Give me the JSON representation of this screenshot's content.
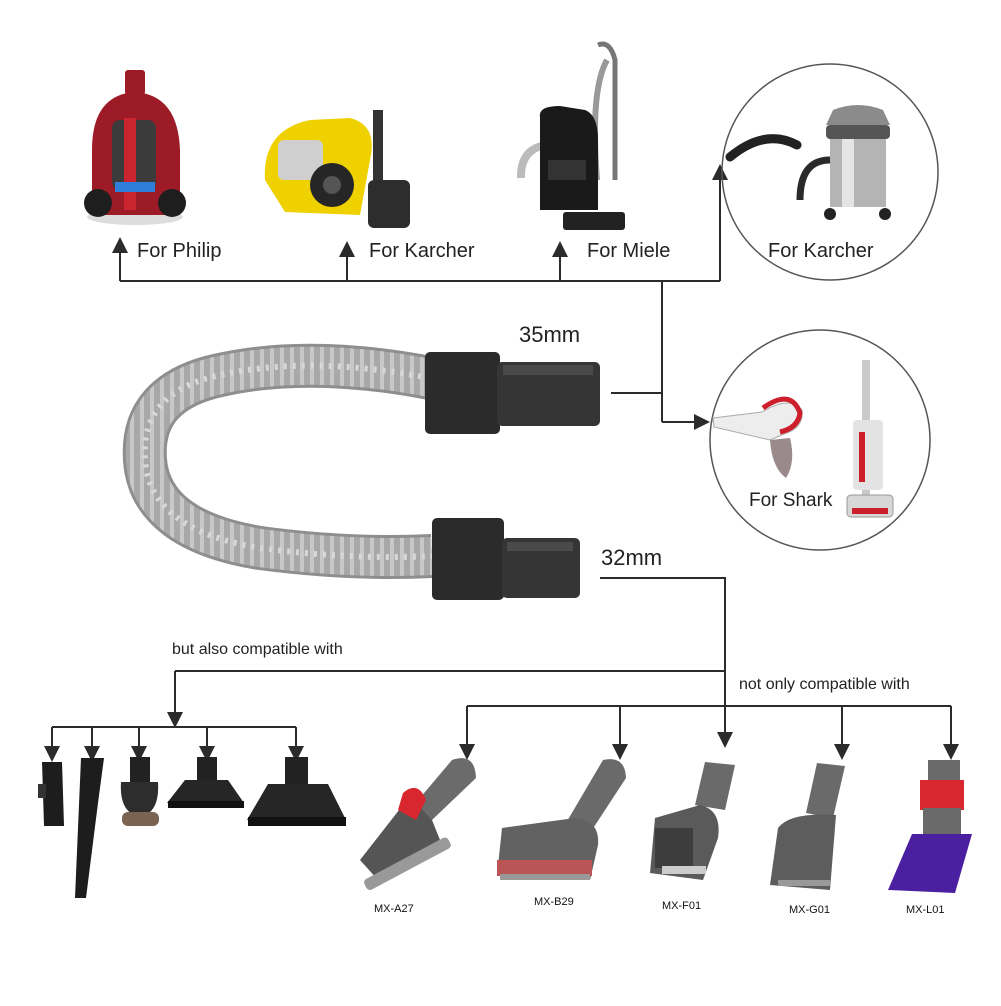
{
  "top_labels": {
    "philip": "For Philip",
    "karcher": "For Karcher",
    "miele": "For Miele",
    "karcher_wet": "For Karcher"
  },
  "shark_label": "For Shark",
  "sizes": {
    "top": "35mm",
    "bottom": "32mm"
  },
  "notes": {
    "also": "but also compatible with",
    "not_only": "not only compatible with"
  },
  "models": [
    "MX-A27",
    "MX-B29",
    "MX-F01",
    "MX-G01",
    "MX-L01"
  ],
  "colors": {
    "line": "#2b2b2b",
    "hose": "#a9a9a9",
    "cuff": "#2a2a2a",
    "tool_gray": "#6f6f6f",
    "accent_red": "#d8272e",
    "accent_yellow": "#f1d000",
    "accent_purple": "#4a1fa0"
  },
  "icons": [
    "philips-vacuum-icon",
    "karcher-vacuum-icon",
    "miele-vacuum-icon",
    "karcher-wet-dry-vacuum-icon",
    "shark-vacuum-icon",
    "flexible-hose-icon"
  ]
}
